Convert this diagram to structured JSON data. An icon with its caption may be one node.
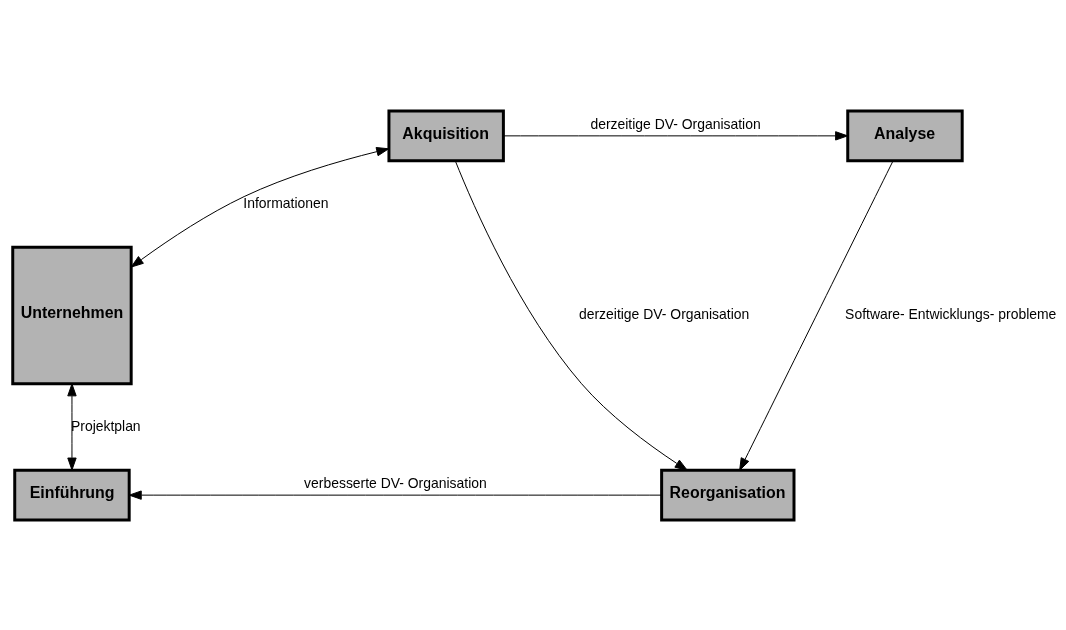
{
  "diagram": {
    "nodes": [
      {
        "text": [
          "Akquisition"
        ]
      },
      {
        "text": [
          "Analyse"
        ]
      },
      {
        "text": [
          "Unternehmen"
        ]
      },
      {
        "text": [
          "Einführung"
        ]
      },
      {
        "text": [
          "Reorganisation"
        ]
      }
    ],
    "edges": [
      {
        "from": 0,
        "to": 1,
        "arrow": "to",
        "label": "derzeitige DV- Organisation"
      },
      {
        "from": 0,
        "to": 2,
        "arrow": "both",
        "label": "Informationen"
      },
      {
        "from": 0,
        "to": 4,
        "arrow": "to",
        "label": "derzeitige DV- Organisation"
      },
      {
        "from": 1,
        "to": 4,
        "arrow": "to",
        "label": "Software- Entwicklungs- probleme"
      },
      {
        "from": 4,
        "to": 3,
        "arrow": "to",
        "label": "verbesserte DV- Organisation"
      },
      {
        "from": 2,
        "to": 3,
        "arrow": "both",
        "label": "Projektplan"
      }
    ]
  }
}
